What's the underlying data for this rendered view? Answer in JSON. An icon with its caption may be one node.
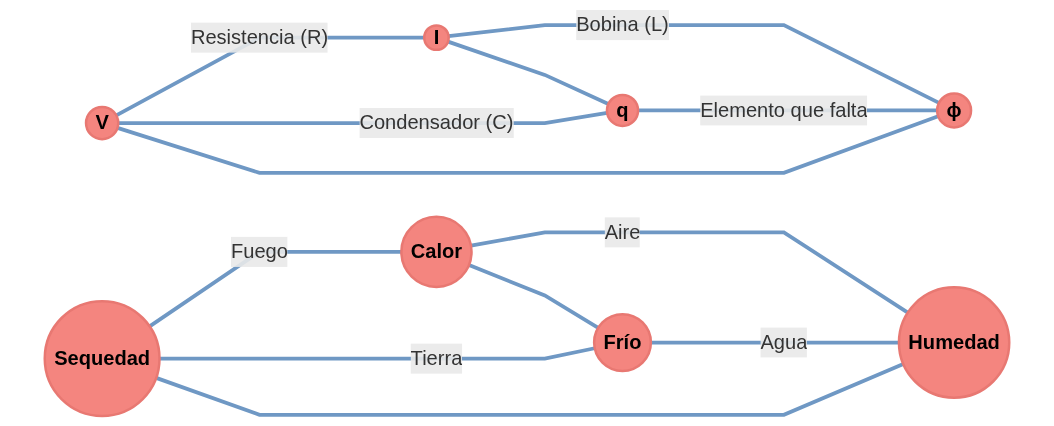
{
  "diagram": {
    "nodes": [
      {
        "text": [
          "V"
        ]
      },
      {
        "text": [
          "I"
        ]
      },
      {
        "text": [
          "q"
        ]
      },
      {
        "text": [
          "ϕ"
        ]
      },
      {
        "text": [
          "Sequedad"
        ]
      },
      {
        "text": [
          "Calor"
        ]
      },
      {
        "text": [
          "Frío"
        ]
      },
      {
        "text": [
          "Humedad"
        ]
      }
    ],
    "edges": [
      {
        "from": 0,
        "to": 1,
        "arrow": "none",
        "label": "Resistencia (R)"
      },
      {
        "from": 0,
        "to": 2,
        "arrow": "none",
        "label": "Condensador (C)"
      },
      {
        "from": 1,
        "to": 3,
        "arrow": "none",
        "label": "Bobina (L)"
      },
      {
        "from": 2,
        "to": 3,
        "arrow": "none",
        "label": "Elemento que falta"
      },
      {
        "from": 0,
        "to": 3,
        "arrow": "none"
      },
      {
        "from": 1,
        "to": 2,
        "arrow": "none"
      },
      {
        "from": 4,
        "to": 5,
        "arrow": "none",
        "label": "Fuego"
      },
      {
        "from": 4,
        "to": 6,
        "arrow": "none",
        "label": "Tierra"
      },
      {
        "from": 5,
        "to": 7,
        "arrow": "none",
        "label": "Aire"
      },
      {
        "from": 6,
        "to": 7,
        "arrow": "none",
        "label": "Agua"
      },
      {
        "from": 4,
        "to": 7,
        "arrow": "none"
      },
      {
        "from": 5,
        "to": 6,
        "arrow": "none"
      }
    ]
  }
}
